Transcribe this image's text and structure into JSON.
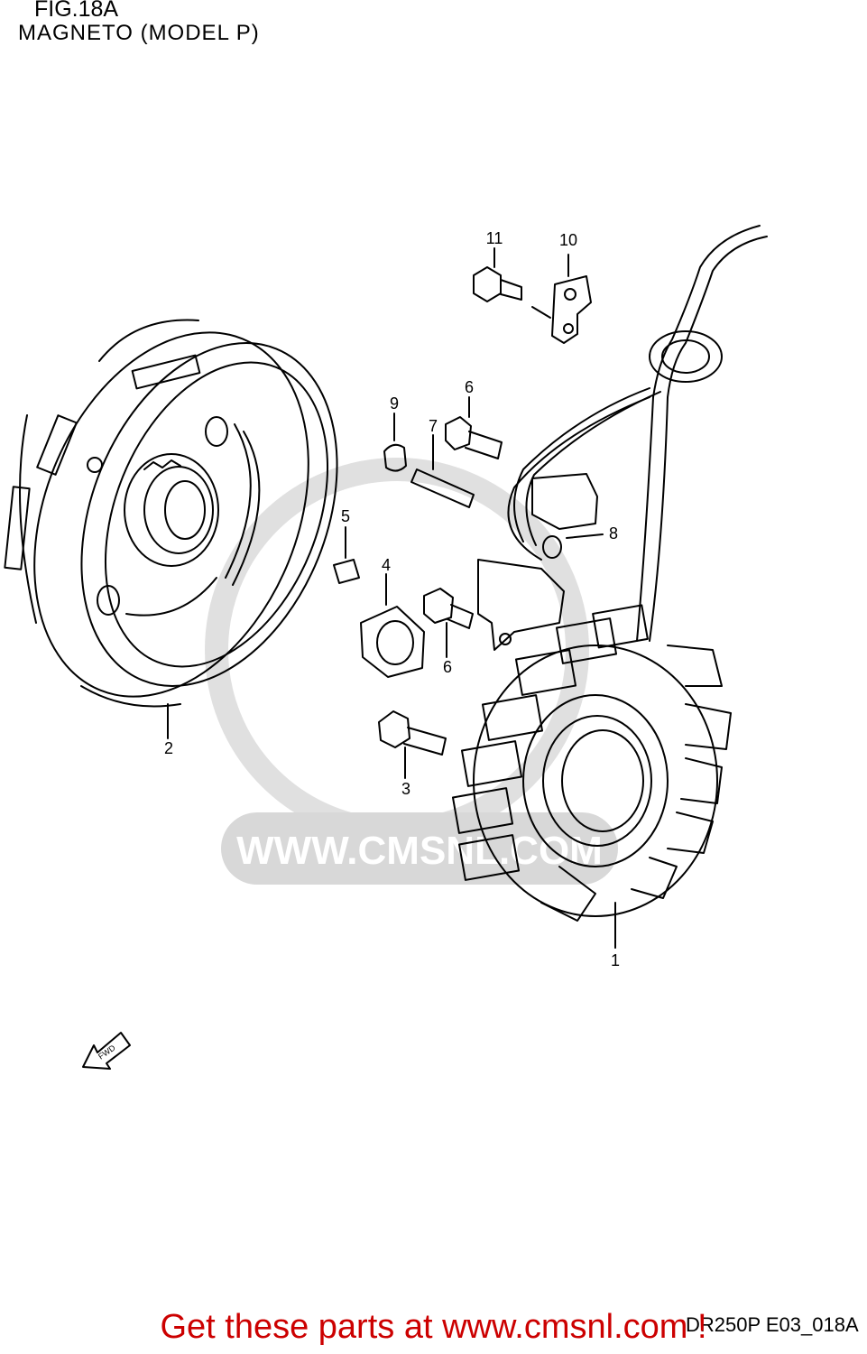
{
  "figure": {
    "title": "FIG.18A",
    "subtitle": "MAGNETO (MODEL P)"
  },
  "callouts": [
    "11",
    "10",
    "9",
    "6",
    "7",
    "5",
    "8",
    "4",
    "6",
    "2",
    "3",
    "1"
  ],
  "fwd_arrow_label": "FWD",
  "watermark_text": "WWW.CMSNL.COM",
  "drawing_code": "DR250P E03_018A",
  "banner": {
    "text": "Get these parts at www.cmsnl.com !",
    "color": "#cc0000"
  },
  "colors": {
    "line": "#000000",
    "watermark": "#d8d8d8"
  }
}
